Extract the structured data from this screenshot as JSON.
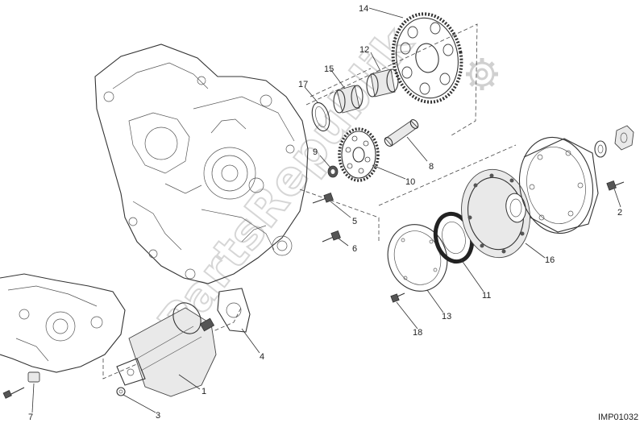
{
  "diagram": {
    "code": "IMP01032",
    "watermark": "PartsRepublik",
    "callouts": [
      "1",
      "2",
      "3",
      "4",
      "5",
      "6",
      "7",
      "8",
      "9",
      "10",
      "11",
      "12",
      "13",
      "14",
      "15",
      "16",
      "17",
      "18"
    ]
  }
}
